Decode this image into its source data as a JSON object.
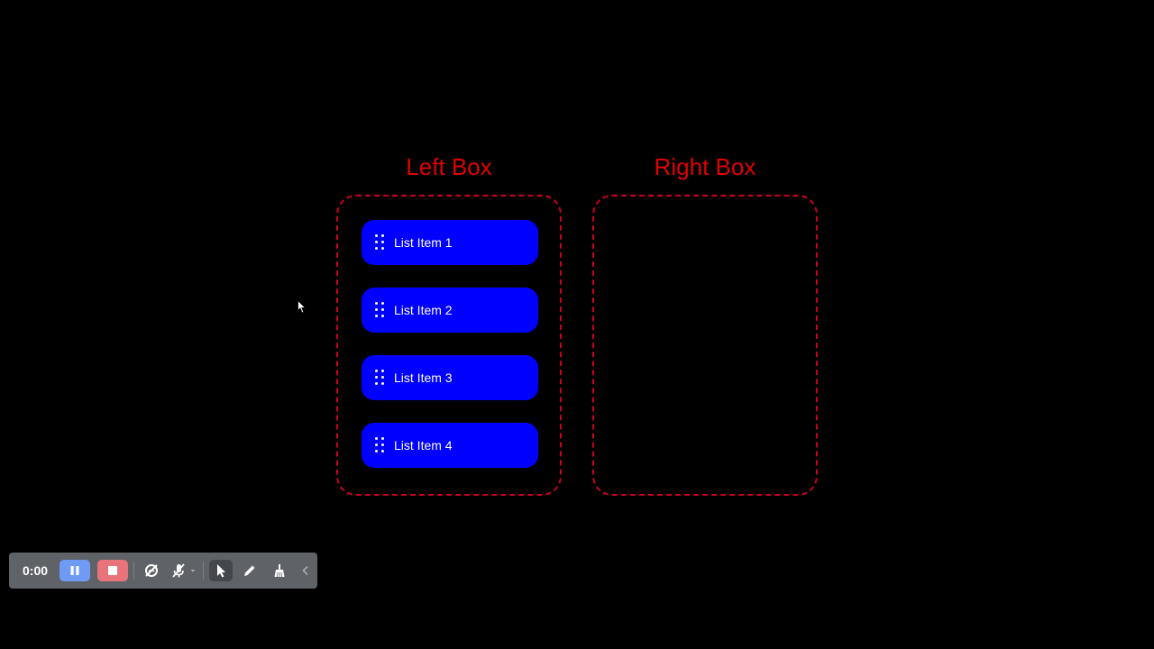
{
  "left_box": {
    "title": "Left Box",
    "items": [
      {
        "label": "List Item 1"
      },
      {
        "label": "List Item 2"
      },
      {
        "label": "List Item 3"
      },
      {
        "label": "List Item 4"
      }
    ]
  },
  "right_box": {
    "title": "Right Box",
    "items": []
  },
  "recorder_toolbar": {
    "timer": "0:00",
    "icons": [
      "pause-icon",
      "stop-icon",
      "camera-off-icon",
      "mic-off-icon",
      "chevron-down-icon",
      "pointer-icon",
      "pen-icon",
      "broom-icon",
      "chevron-left-icon"
    ]
  },
  "colors": {
    "background": "#000000",
    "title": "#e00000",
    "box_border": "#c8001e",
    "list_item": "#0000ff",
    "toolbar": "#5f6368",
    "pause_button": "#6f9bf5",
    "stop_button": "#e9737b"
  }
}
